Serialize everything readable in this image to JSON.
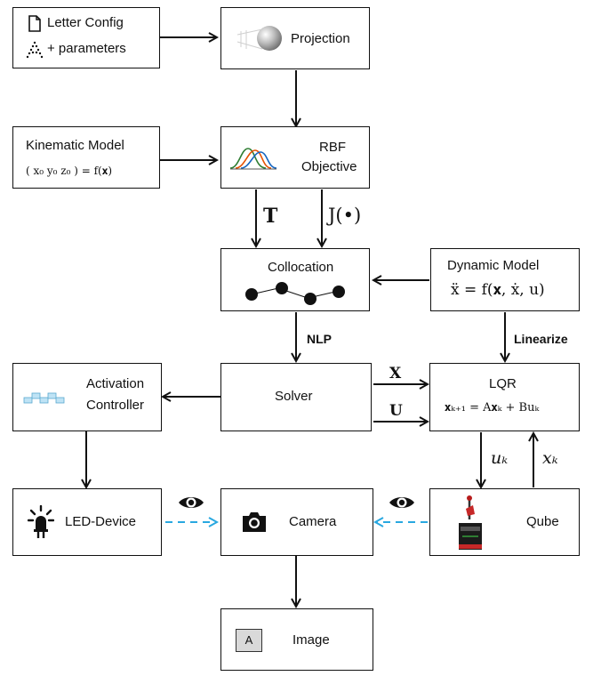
{
  "nodes": {
    "letter_config": {
      "line1": "Letter Config",
      "line2": "+ parameters"
    },
    "projection": {
      "label": "Projection"
    },
    "kinematic": {
      "title": "Kinematic Model",
      "eq": "( x₀   y₀   z₀ ) = f(𝐱)"
    },
    "rbf": {
      "line1": "RBF",
      "line2": "Objective"
    },
    "collocation": {
      "label": "Collocation"
    },
    "dynamic": {
      "title": "Dynamic Model",
      "eq": "ẍ = f(𝐱, ẋ, u)"
    },
    "solver": {
      "label": "Solver"
    },
    "lqr": {
      "title": "LQR",
      "eq": "𝐱ₖ₊₁ = A𝐱ₖ + Buₖ"
    },
    "activation": {
      "line1": "Activation",
      "line2": "Controller"
    },
    "led": {
      "label": "LED-Device"
    },
    "camera": {
      "label": "Camera"
    },
    "qube": {
      "label": "Qube"
    },
    "image": {
      "label": "Image",
      "letter": "A"
    }
  },
  "edges": {
    "T": "𝐓",
    "J": "J(•)",
    "nlp": "NLP",
    "linearize": "Linearize",
    "X": "𝐗",
    "U": "𝐔",
    "uk": "uₖ",
    "xk": "xₖ"
  },
  "colors": {
    "observe_arrow": "#29a8e0",
    "rbf_curves": [
      "#2e7d32",
      "#e65100",
      "#1565c0"
    ]
  }
}
